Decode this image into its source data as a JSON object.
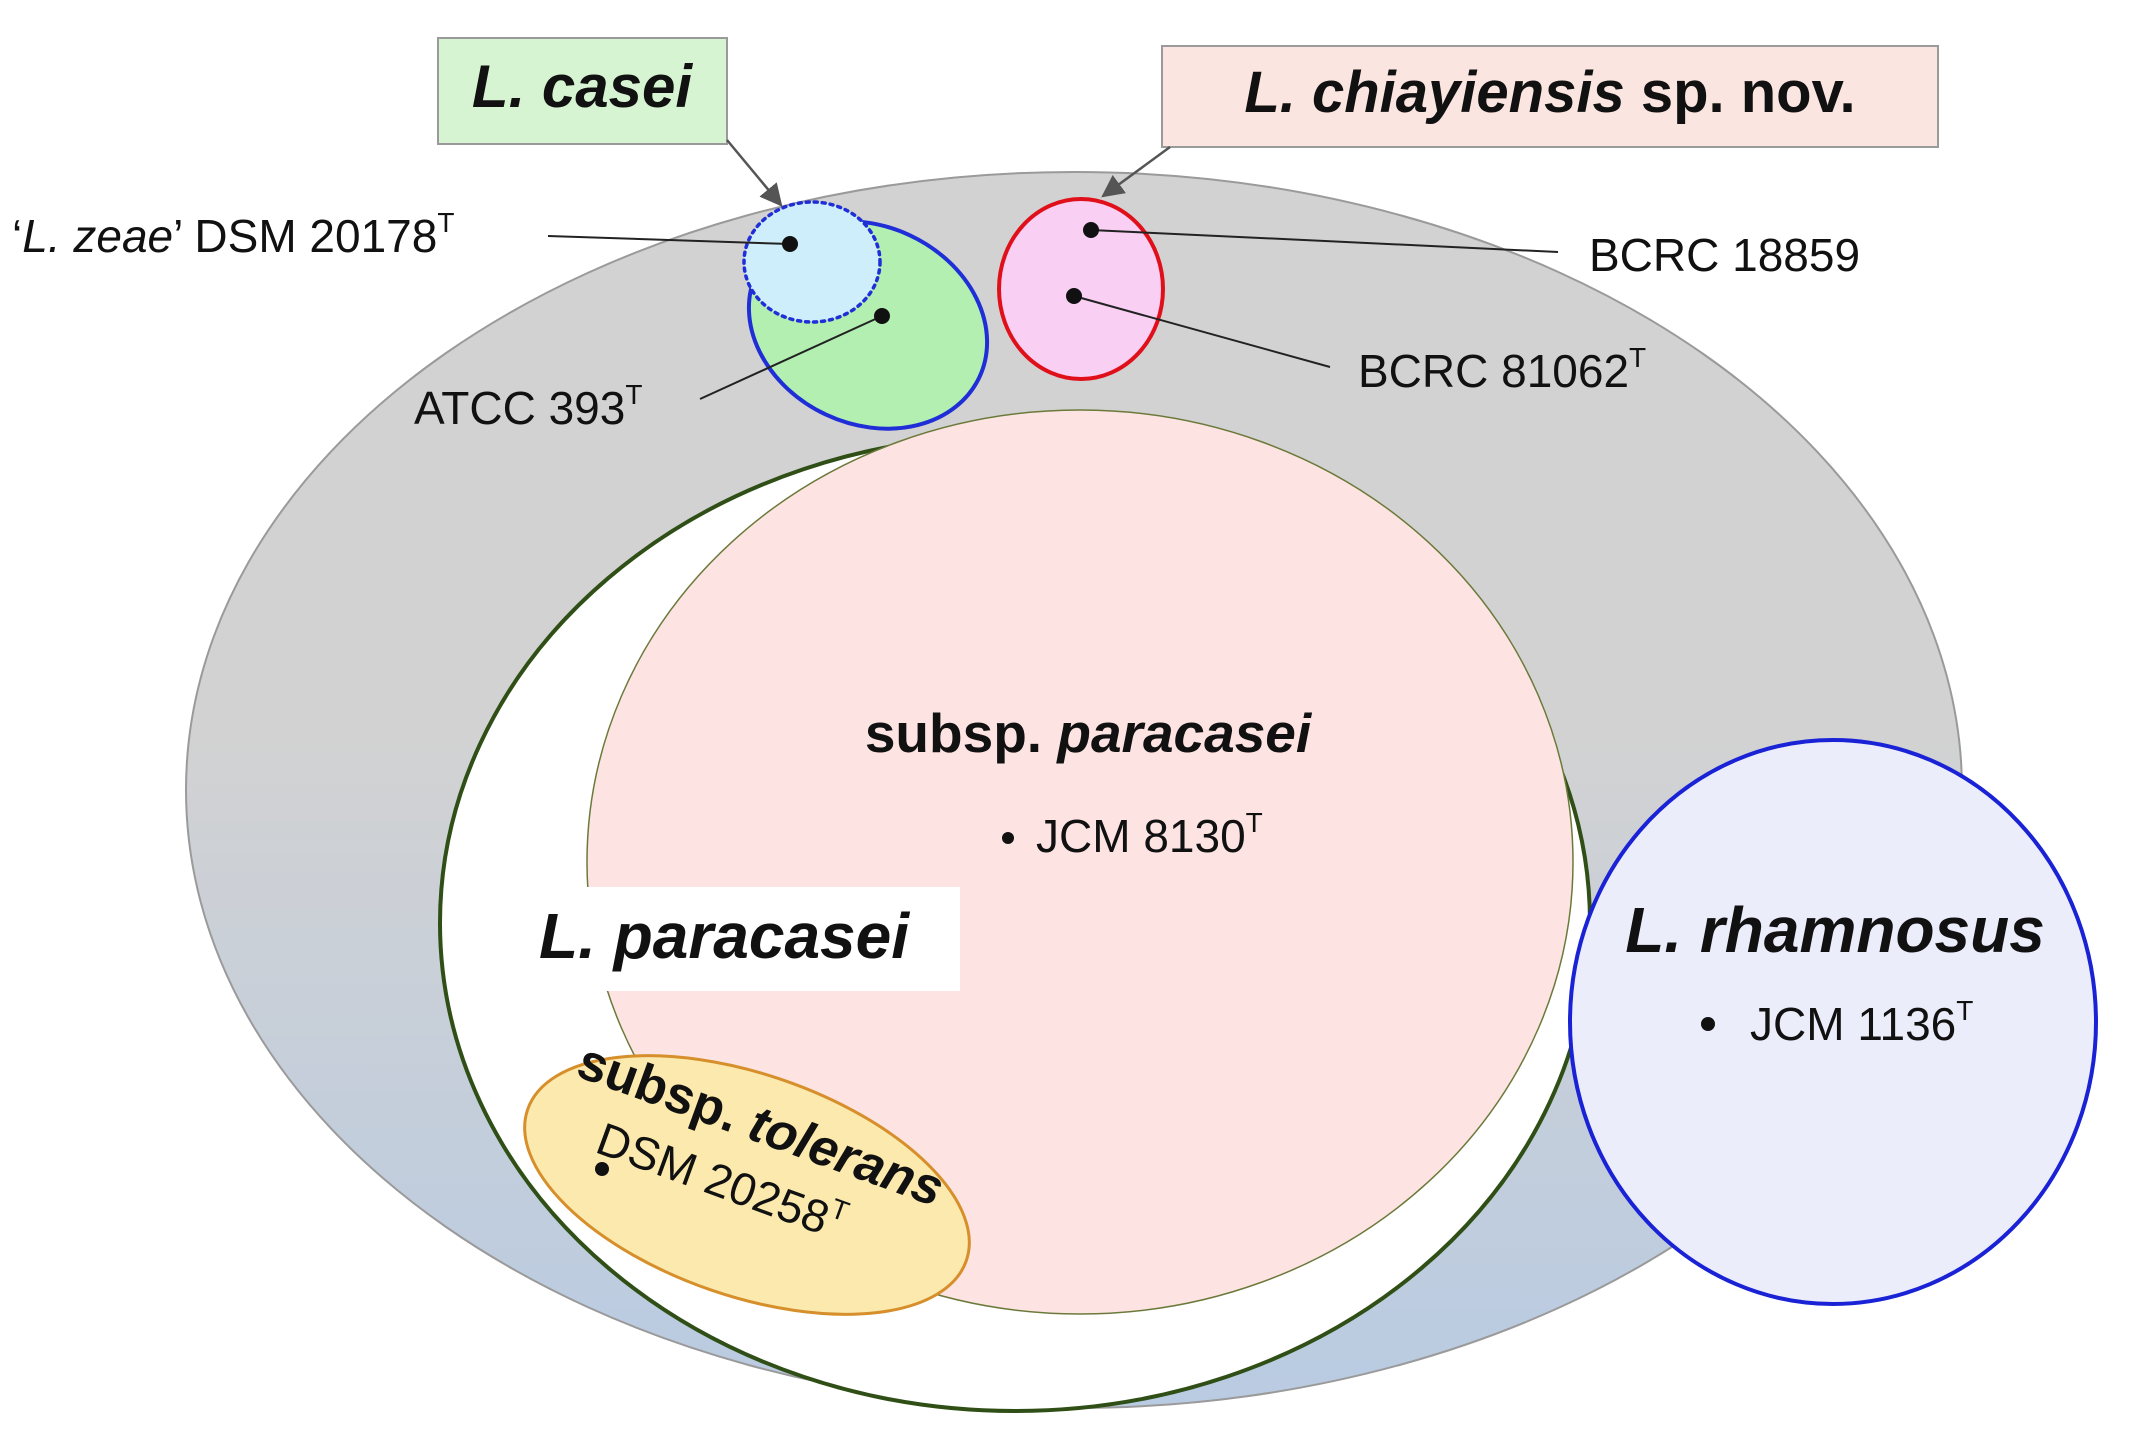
{
  "colors": {
    "outer_top": "#d2d2d2",
    "outer_bottom": "#b9cbe2",
    "casei_fill": "#b3efb0",
    "casei_stroke": "#1f2ed6",
    "zeae_fill": "#cdeefa",
    "chiayiensis_fill": "#f9cff3",
    "chiayiensis_stroke": "#e0101a",
    "paracasei_outer_stroke": "#2f4f16",
    "subsp_paracasei_fill": "#fde4e3",
    "tolerans_fill": "#fbe9ae",
    "tolerans_stroke": "#d68f2b",
    "rhamnosus_fill": "#ecedfb",
    "rhamnosus_stroke": "#1a22d6",
    "casei_box_fill": "#d7f4d2",
    "chiayiensis_box_fill": "#fbe5e1"
  },
  "labels": {
    "casei_title": "L. casei",
    "chiayiensis_species": "L. chiayiensis",
    "chiayiensis_suffix": " sp. nov.",
    "paracasei": "L. paracasei",
    "rhamnosus": "L. rhamnosus",
    "subsp_paracasei_prefix": "subsp. ",
    "subsp_paracasei_name": "paracasei",
    "subsp_tolerans_prefix": "subsp. ",
    "subsp_tolerans_name": "tolerans"
  },
  "strains": {
    "zeae_open_quote": "‘",
    "zeae_name": "L. zeae",
    "zeae_close_quote": "’",
    "zeae_id": " DSM 20178",
    "type_mark": "T",
    "atcc": "ATCC 393",
    "bcrc1": "BCRC 18859",
    "bcrc2": "BCRC 81062",
    "jcm8130": "JCM 8130",
    "jcm1136": "JCM 1136",
    "dsm20258": "DSM 20258"
  }
}
